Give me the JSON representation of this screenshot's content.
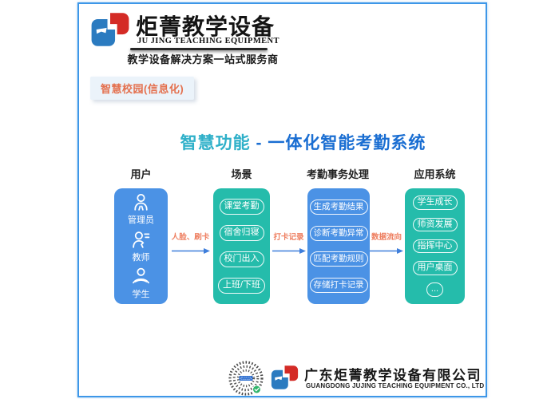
{
  "header": {
    "brand_cn": "炬菁教学设备",
    "brand_en": "JU JING TEACHING EQUIPMENT",
    "tagline": "教学设备解决方案一站式服务商"
  },
  "badge": {
    "label": "智慧校园(信息化)"
  },
  "title": {
    "part1": "智慧功能",
    "part2": " - 一体化智能考勤系统"
  },
  "diagram": {
    "columns": [
      {
        "header": "用户",
        "accent": "#4B92E5",
        "users": [
          {
            "label": "管理员",
            "icon": "admin-person-icon"
          },
          {
            "label": "教师",
            "icon": "teacher-person-icon"
          },
          {
            "label": "学生",
            "icon": "student-person-icon"
          }
        ]
      },
      {
        "header": "场景",
        "accent": "#25BCAB",
        "items": [
          "课堂考勤",
          "宿舍归寝",
          "校门出入",
          "上班/下班"
        ]
      },
      {
        "header": "考勤事务处理",
        "accent": "#4B92E5",
        "items": [
          "生成考勤结果",
          "诊断考勤异常",
          "匹配考勤规则",
          "存储打卡记录"
        ]
      },
      {
        "header": "应用系统",
        "accent": "#25BCAB",
        "items": [
          "学生成长",
          "师资发展",
          "指挥中心",
          "用户桌面",
          "..."
        ]
      }
    ],
    "arrows": [
      {
        "label": "人脸、刷卡"
      },
      {
        "label": "打卡记录"
      },
      {
        "label": "数据流向"
      }
    ]
  },
  "footer": {
    "company_cn": "广东炬菁教学设备有限公司",
    "company_en": "GUANGDONG JUJING TEACHING EQUIPMENT CO., LTD"
  },
  "colors": {
    "frame_border": "#3E97E8",
    "column_blue": "#4B92E5",
    "column_teal": "#25BCAB",
    "title_teal": "#2FB0C9",
    "title_blue": "#1A6ED2",
    "badge_text": "#E4704E",
    "badge_bg": "#EBF3FA",
    "arrow_label": "#EE7E5F",
    "arrow_line": "#3E7EDB",
    "logo_blue": "#2B7BC0",
    "logo_red": "#D42B26",
    "seal_check_green": "#2FB46A"
  }
}
